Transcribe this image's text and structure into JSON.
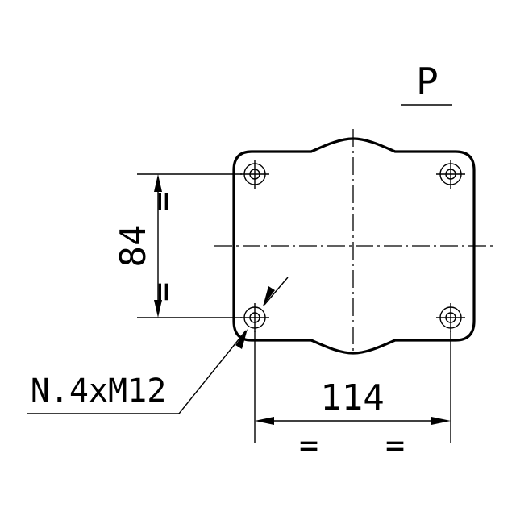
{
  "view_label": "P",
  "vertical_dimension": "84",
  "horizontal_dimension": "114",
  "hole_callout": "N.4xM12",
  "equal_mark": "="
}
